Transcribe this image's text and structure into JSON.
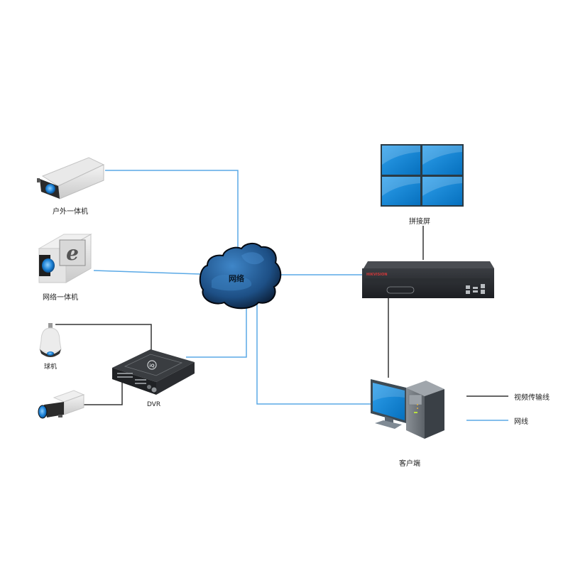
{
  "diagram": {
    "colors": {
      "network_line": "#5aa9e6",
      "video_line": "#333333",
      "screen_blue": "#0a7fd0",
      "cloud_dark": "#0b1f3a",
      "cloud_mid": "#2a6aa8"
    },
    "nodes": {
      "outdoor_camera": {
        "label": "户外一体机",
        "icon": "bullet-camera-icon"
      },
      "network_camera": {
        "label": "网络一体机",
        "icon": "ie-camera-icon"
      },
      "dome_camera": {
        "label": "球机",
        "icon": "dome-camera-icon"
      },
      "box_camera": {
        "label": "",
        "icon": "box-camera-icon"
      },
      "dvr": {
        "label": "DVR",
        "icon": "dvr-icon"
      },
      "cloud": {
        "label": "网络",
        "icon": "cloud-icon"
      },
      "video_wall": {
        "label": "拼接屏",
        "icon": "video-wall-icon"
      },
      "decoder": {
        "label": "",
        "brand": "HIKVISION",
        "icon": "decoder-server-icon"
      },
      "client": {
        "label": "客户端",
        "icon": "desktop-pc-icon"
      }
    },
    "legend": [
      {
        "label": "视频传输线",
        "type": "video"
      },
      {
        "label": "网线",
        "type": "network"
      }
    ]
  }
}
